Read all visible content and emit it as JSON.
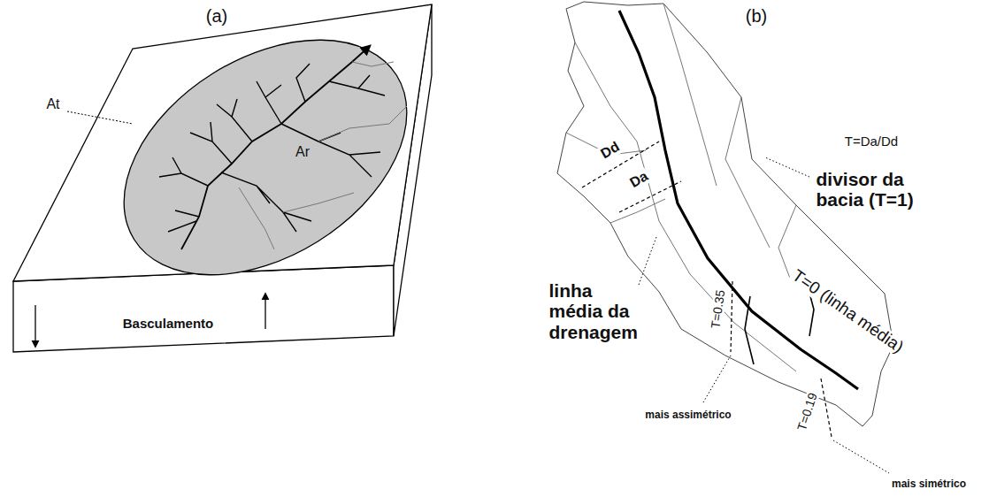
{
  "diagram": {
    "labels": [
      "(a)",
      "At",
      "Ar",
      "Basculamento",
      "(b)",
      "Dd",
      "Da",
      "T=Da/Dd",
      "divisor da bacia (T=1)",
      "linha média da drenagem",
      "T=0 (linha média)",
      "T=0.35",
      "T=0.19",
      "mais assimétrico",
      "mais simétrico"
    ]
  }
}
